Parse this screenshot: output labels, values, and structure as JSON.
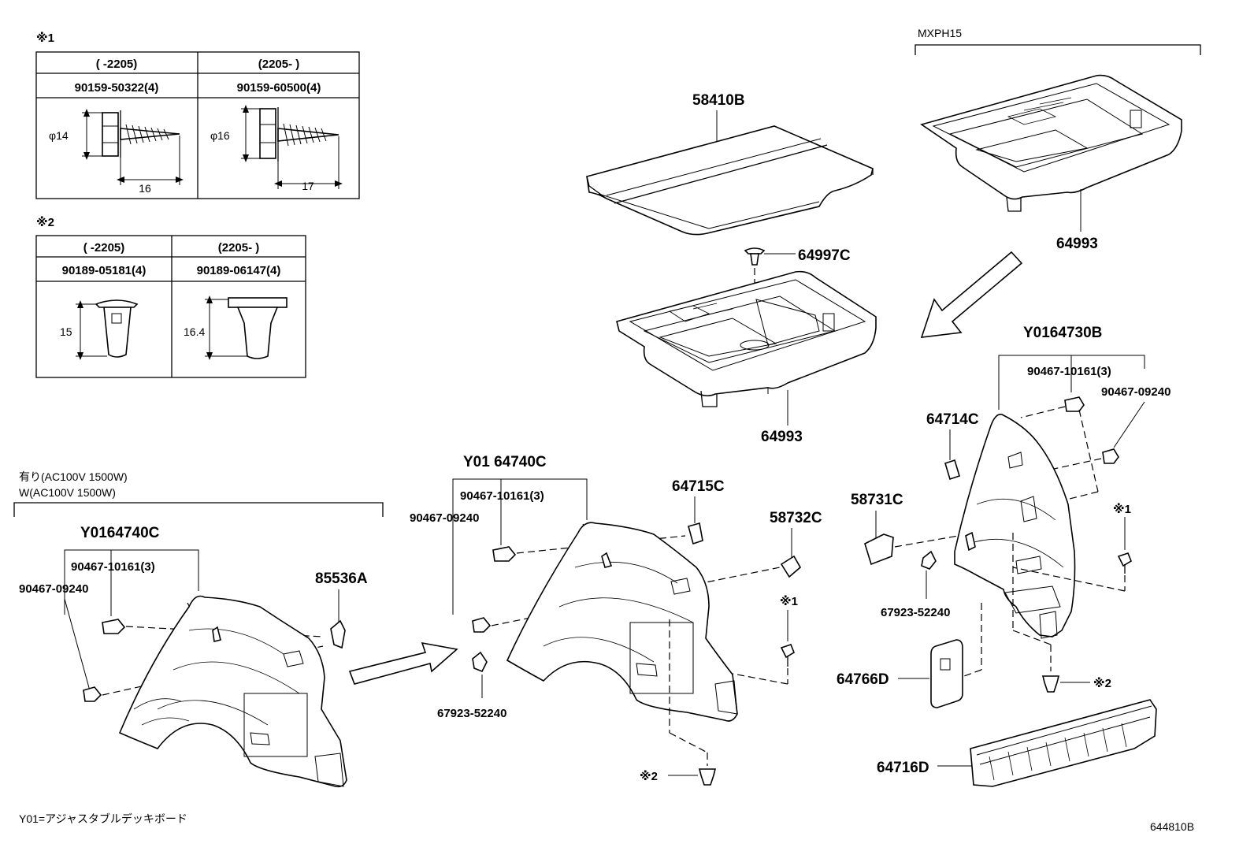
{
  "diagram_code": "644810B",
  "footnote": "Y01=アジャスタブルデッキボード",
  "table1": {
    "mark": "※1",
    "col1_range": "(      -2205)",
    "col2_range": "(2205-      )",
    "col1_part": "90159-50322(4)",
    "col2_part": "90159-60500(4)",
    "col1_diameter": "φ14",
    "col2_diameter": "φ16",
    "col1_length": "16",
    "col2_length": "17"
  },
  "table2": {
    "mark": "※2",
    "col1_range": "(      -2205)",
    "col2_range": "(2205-      )",
    "col1_part": "90189-05181(4)",
    "col2_part": "90189-06147(4)",
    "col1_height": "15",
    "col2_height": "16.4"
  },
  "top_center": {
    "deck_board": "58410B",
    "clip": "64997C",
    "tray": "64993"
  },
  "top_right": {
    "variant": "MXPH15",
    "tray": "64993"
  },
  "left_group": {
    "condition_line1": "有り(AC100V 1500W)",
    "condition_line2": "W(AC100V 1500W)",
    "assembly": "Y0164740C",
    "nut_a": "90467-10161(3)",
    "nut_b": "90467-09240",
    "bracket": "85536A"
  },
  "center_group": {
    "assembly": "Y01 64740C",
    "nut_a": "90467-10161(3)",
    "nut_b": "90467-09240",
    "hook": "64715C",
    "bracket": "58732C",
    "clip": "67923-52240",
    "mark1": "※1",
    "mark2": "※2"
  },
  "right_group": {
    "assembly": "Y0164730B",
    "nut_a": "90467-10161(3)",
    "nut_b": "90467-09240",
    "hook": "64714C",
    "cover": "58731C",
    "clip": "67923-52240",
    "lid": "64766D",
    "scuff_plate": "64716D",
    "mark1": "※1",
    "mark2": "※2"
  }
}
